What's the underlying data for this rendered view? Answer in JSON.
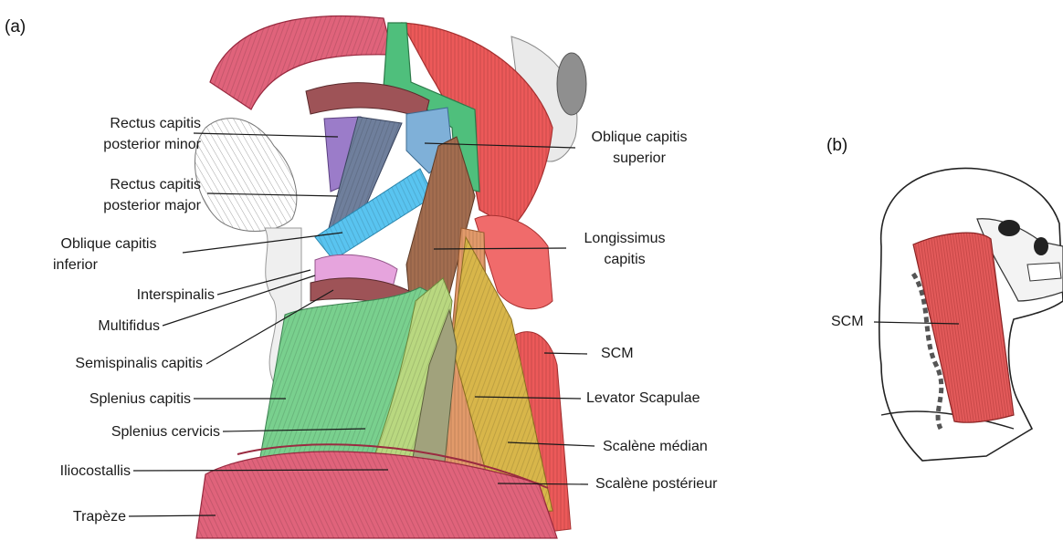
{
  "panels": {
    "a": "(a)",
    "b": "(b)"
  },
  "labels_left": [
    {
      "id": "rectus-minor",
      "lines": [
        "Rectus capitis",
        "posterior minor"
      ]
    },
    {
      "id": "rectus-major",
      "lines": [
        "Rectus capitis",
        "posterior major"
      ]
    },
    {
      "id": "oblique-inferior",
      "lines": [
        "Oblique capitis",
        "inferior"
      ]
    },
    {
      "id": "interspinalis",
      "text": "Interspinalis"
    },
    {
      "id": "multifidus",
      "text": "Multifidus"
    },
    {
      "id": "semispinalis",
      "text": "Semispinalis capitis"
    },
    {
      "id": "splenius-capitis",
      "text": "Splenius capitis"
    },
    {
      "id": "splenius-cervicis",
      "text": "Splenius cervicis"
    },
    {
      "id": "iliocostalis",
      "text": "Iliocostallis"
    },
    {
      "id": "trapeze",
      "text": "Trapèze"
    }
  ],
  "labels_right": [
    {
      "id": "oblique-superior",
      "lines": [
        "Oblique capitis",
        "superior"
      ]
    },
    {
      "id": "longissimus",
      "lines": [
        "Longissimus",
        "capitis"
      ]
    },
    {
      "id": "scm",
      "text": "SCM"
    },
    {
      "id": "levator",
      "text": "Levator Scapulae"
    },
    {
      "id": "scalene-median",
      "text": "Scalène médian"
    },
    {
      "id": "scalene-posterior",
      "text": "Scalène postérieur"
    }
  ],
  "label_b_scm": "SCM",
  "colors": {
    "trapezius": "#e0637b",
    "scm": "#ec5959",
    "splenius_capitis": "#79d08e",
    "splenius_cervicis": "#b9d880",
    "iliocostalis": "#a1a27c",
    "longissimus": "#a36d4f",
    "levator": "#e29a6a",
    "scalene": "#d8b64a",
    "rectus_minor": "#9b7cc9",
    "rectus_major": "#6f7f9c",
    "oblique_inferior": "#59c4f0",
    "oblique_superior": "#7fb0d8",
    "semispinalis": "#9e5357",
    "multifidus_interspinalis": "#e6a4dd",
    "green_band": "#4fbf7c"
  }
}
